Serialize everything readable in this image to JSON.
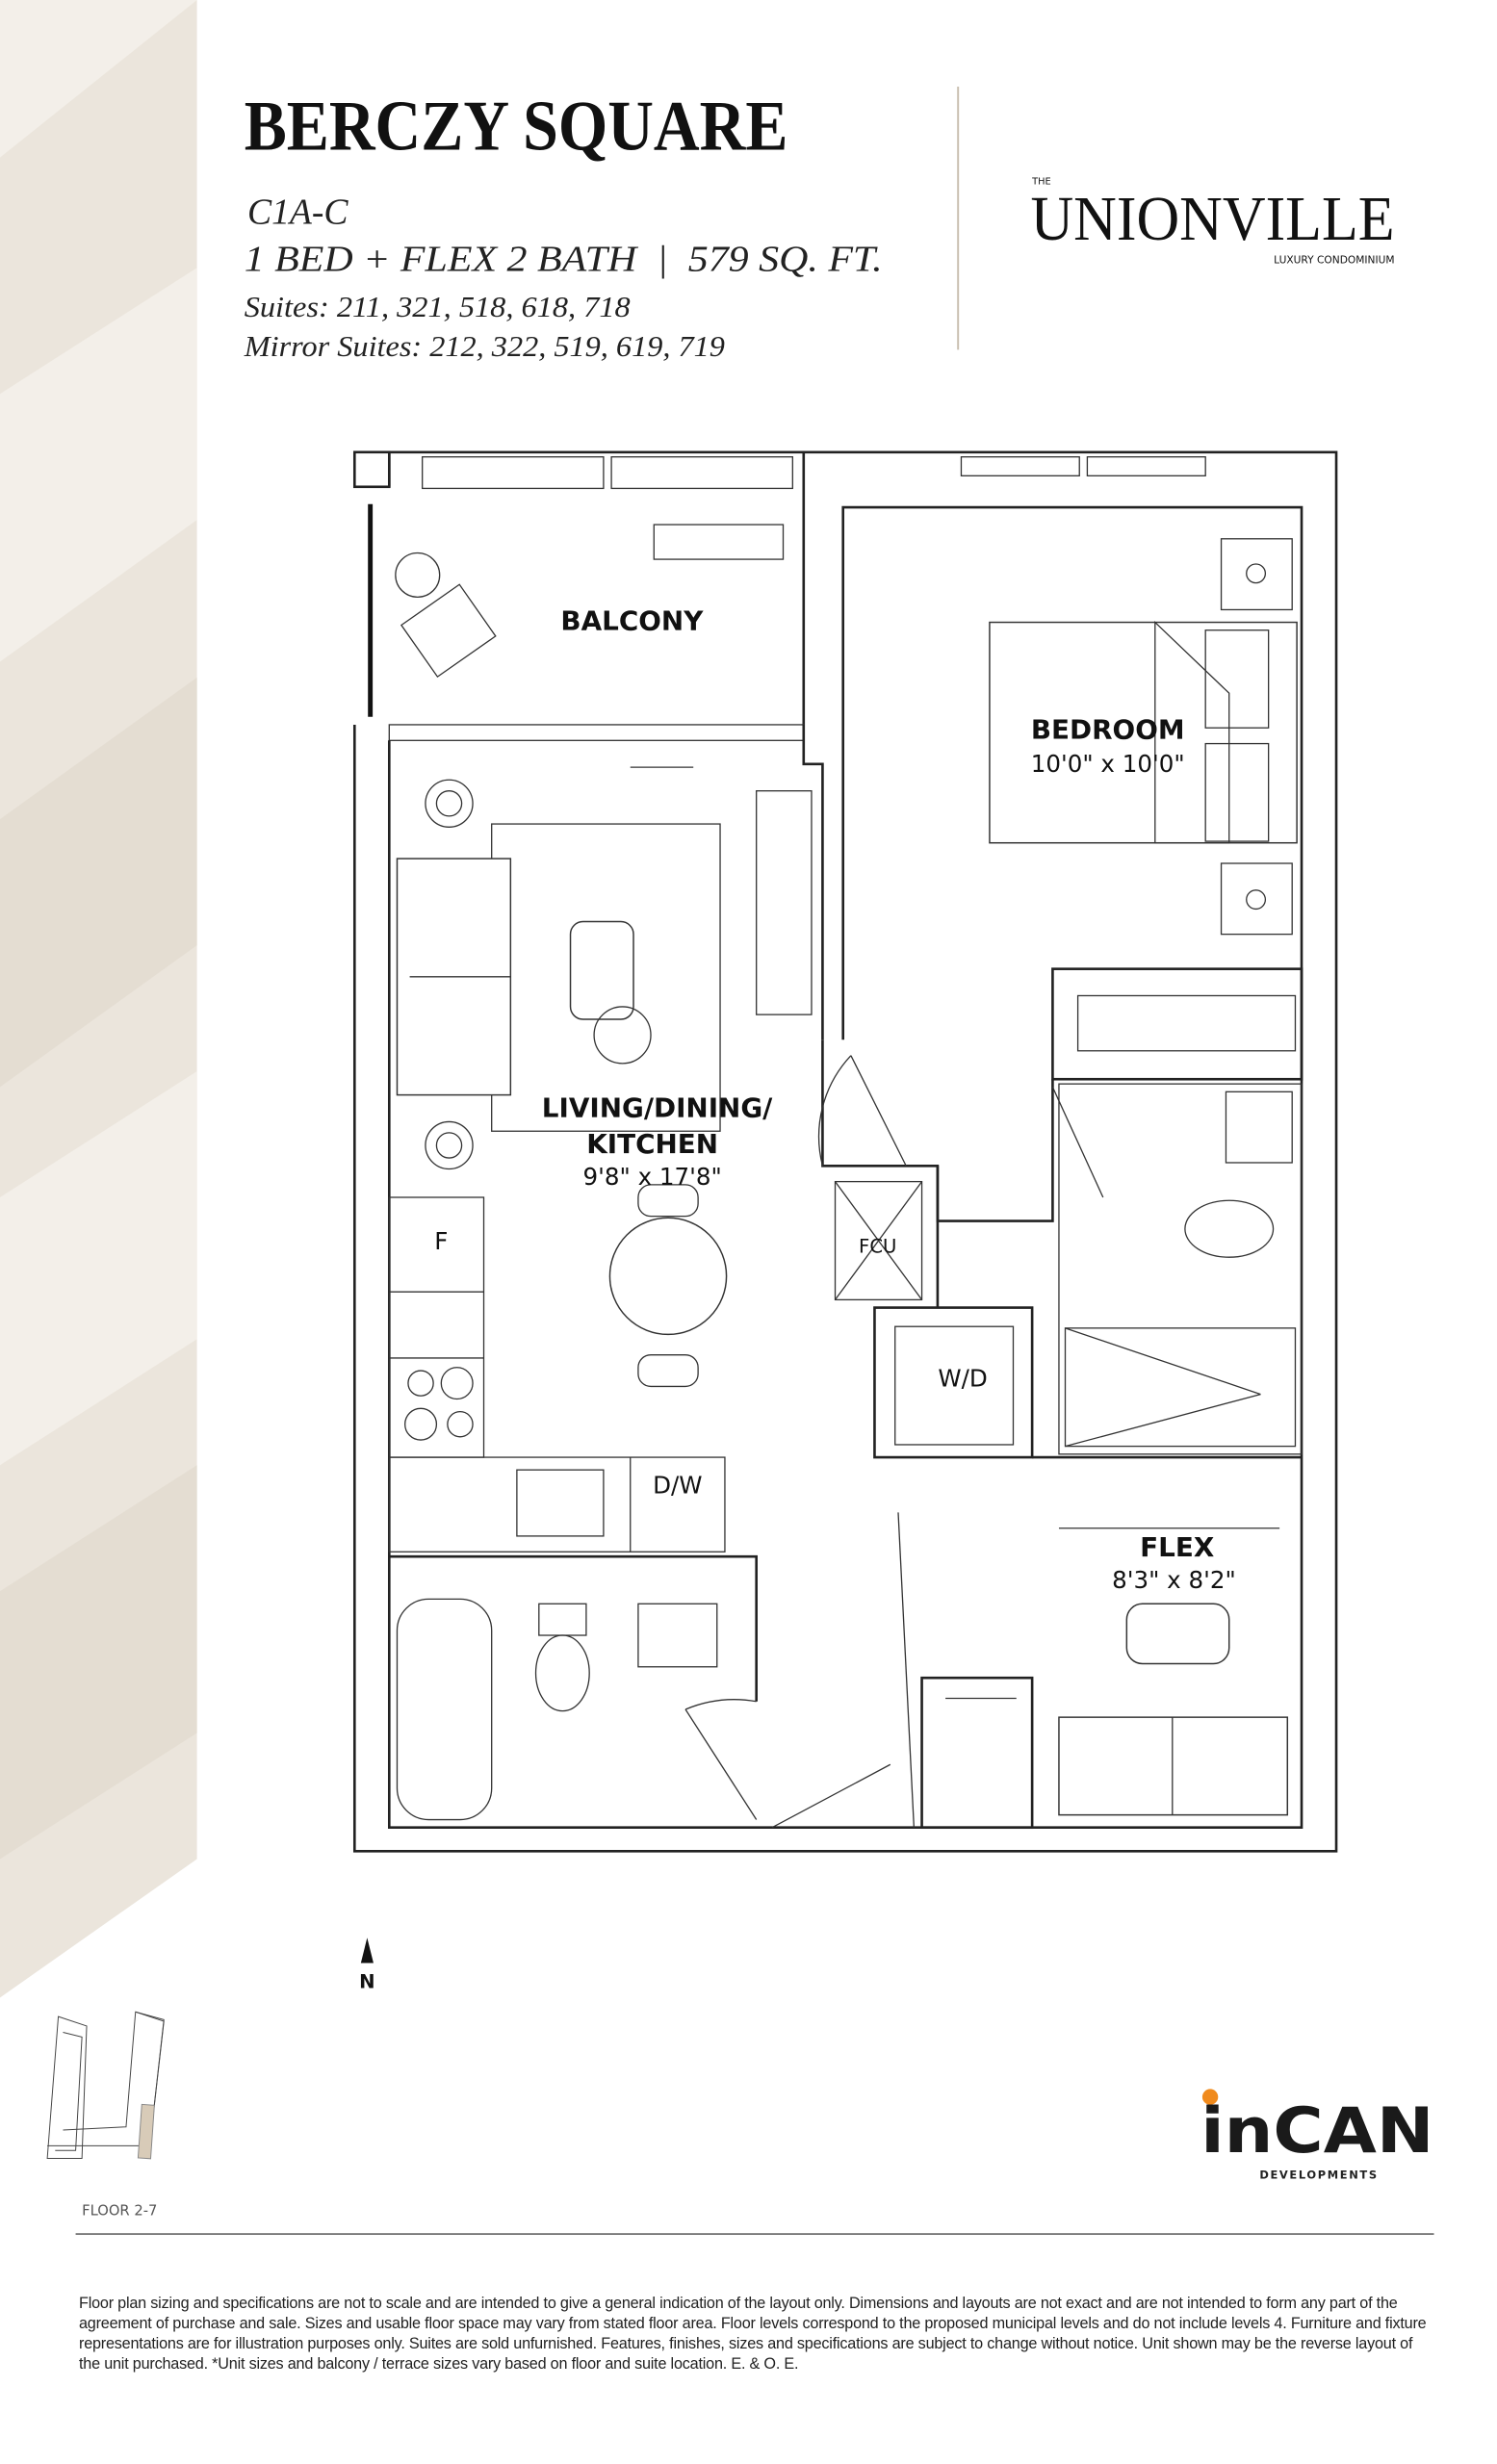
{
  "header": {
    "title": "BERCZY SQUARE",
    "model": "C1A-C",
    "summary": "1 BED + FLEX 2 BATH  |  579 SQ. FT.",
    "suites": "Suites: 211, 321, 518, 618, 718",
    "mirror_suites": "Mirror Suites: 212, 322, 519, 619, 719"
  },
  "brand": {
    "the": "THE",
    "name": "UNIONVILLE",
    "tagline": "LUXURY CONDOMINIUM"
  },
  "floorplan": {
    "rooms": {
      "balcony": "BALCONY",
      "bedroom": "BEDROOM",
      "bedroom_dim": "10'0\" x 10'0\"",
      "living_1": "LIVING/DINING/",
      "living_2": "KITCHEN",
      "living_dim": "9'8\" x 17'8\"",
      "fridge": "F",
      "fcu": "FCU",
      "washer_dryer": "W/D",
      "dishwasher": "D/W",
      "flex": "FLEX",
      "flex_dim": "8'3\" x 8'2\""
    },
    "north": "N"
  },
  "keyplan": {
    "label": "FLOOR 2-7",
    "highlight_color": "#d8cbb8"
  },
  "developer": {
    "name": "inCAN",
    "sub": "DEVELOPMENTS",
    "dot_color": "#f08a1c"
  },
  "colors": {
    "side_band": "#ebe5dc",
    "side_band_light": "#f3efe9",
    "divider": "#c9bfb0"
  },
  "disclaimer": "Floor plan sizing and specifications are not to scale and are intended to give a general indication of the layout only. Dimensions and layouts are not exact and are not intended to form any part of the agreement of purchase and sale. Sizes and usable floor space may vary from stated floor area. Floor levels correspond to the proposed municipal levels and do not include levels 4. Furniture and fixture representations are for illustration purposes only. Suites are sold unfurnished. Features, finishes, sizes and specifications are subject to change without notice. Unit shown may be the reverse layout of the unit purchased. *Unit sizes and balcony / terrace sizes vary based on floor and suite location. E. & O. E."
}
